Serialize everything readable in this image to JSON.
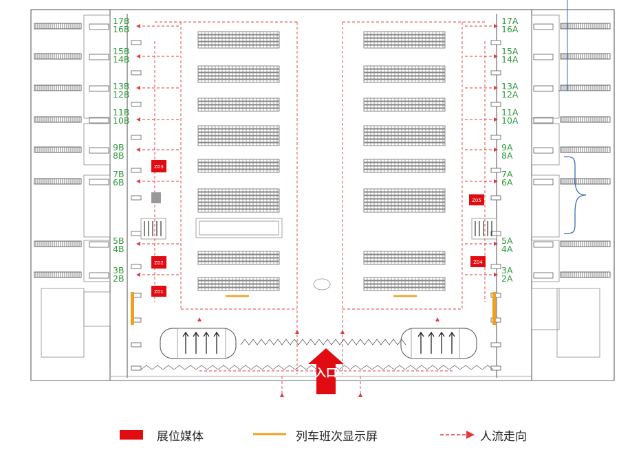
{
  "gates_left": [
    "17B",
    "16B",
    "15B",
    "14B",
    "13B",
    "12B",
    "11B",
    "10B",
    "9B",
    "8B",
    "7B",
    "6B",
    "5B",
    "4B",
    "3B",
    "2B"
  ],
  "gates_right": [
    "17A",
    "16A",
    "15A",
    "14A",
    "13A",
    "12A",
    "11A",
    "10A",
    "9A",
    "8A",
    "7A",
    "6A",
    "5A",
    "4A",
    "3A",
    "2A"
  ],
  "ad_labels": [
    "Z03",
    "Z05",
    "Z02",
    "Z04",
    "Z01"
  ],
  "entrance_label": "入口",
  "legend": {
    "ad_media": "展位媒体",
    "train_display": "列车班次显示屏",
    "people_flow": "人流走向"
  },
  "colors": {
    "ad_red": "#e10c12",
    "display_orange": "#f0a020",
    "flow_red": "#e0393e",
    "gate_green": "#2e9a3a"
  }
}
